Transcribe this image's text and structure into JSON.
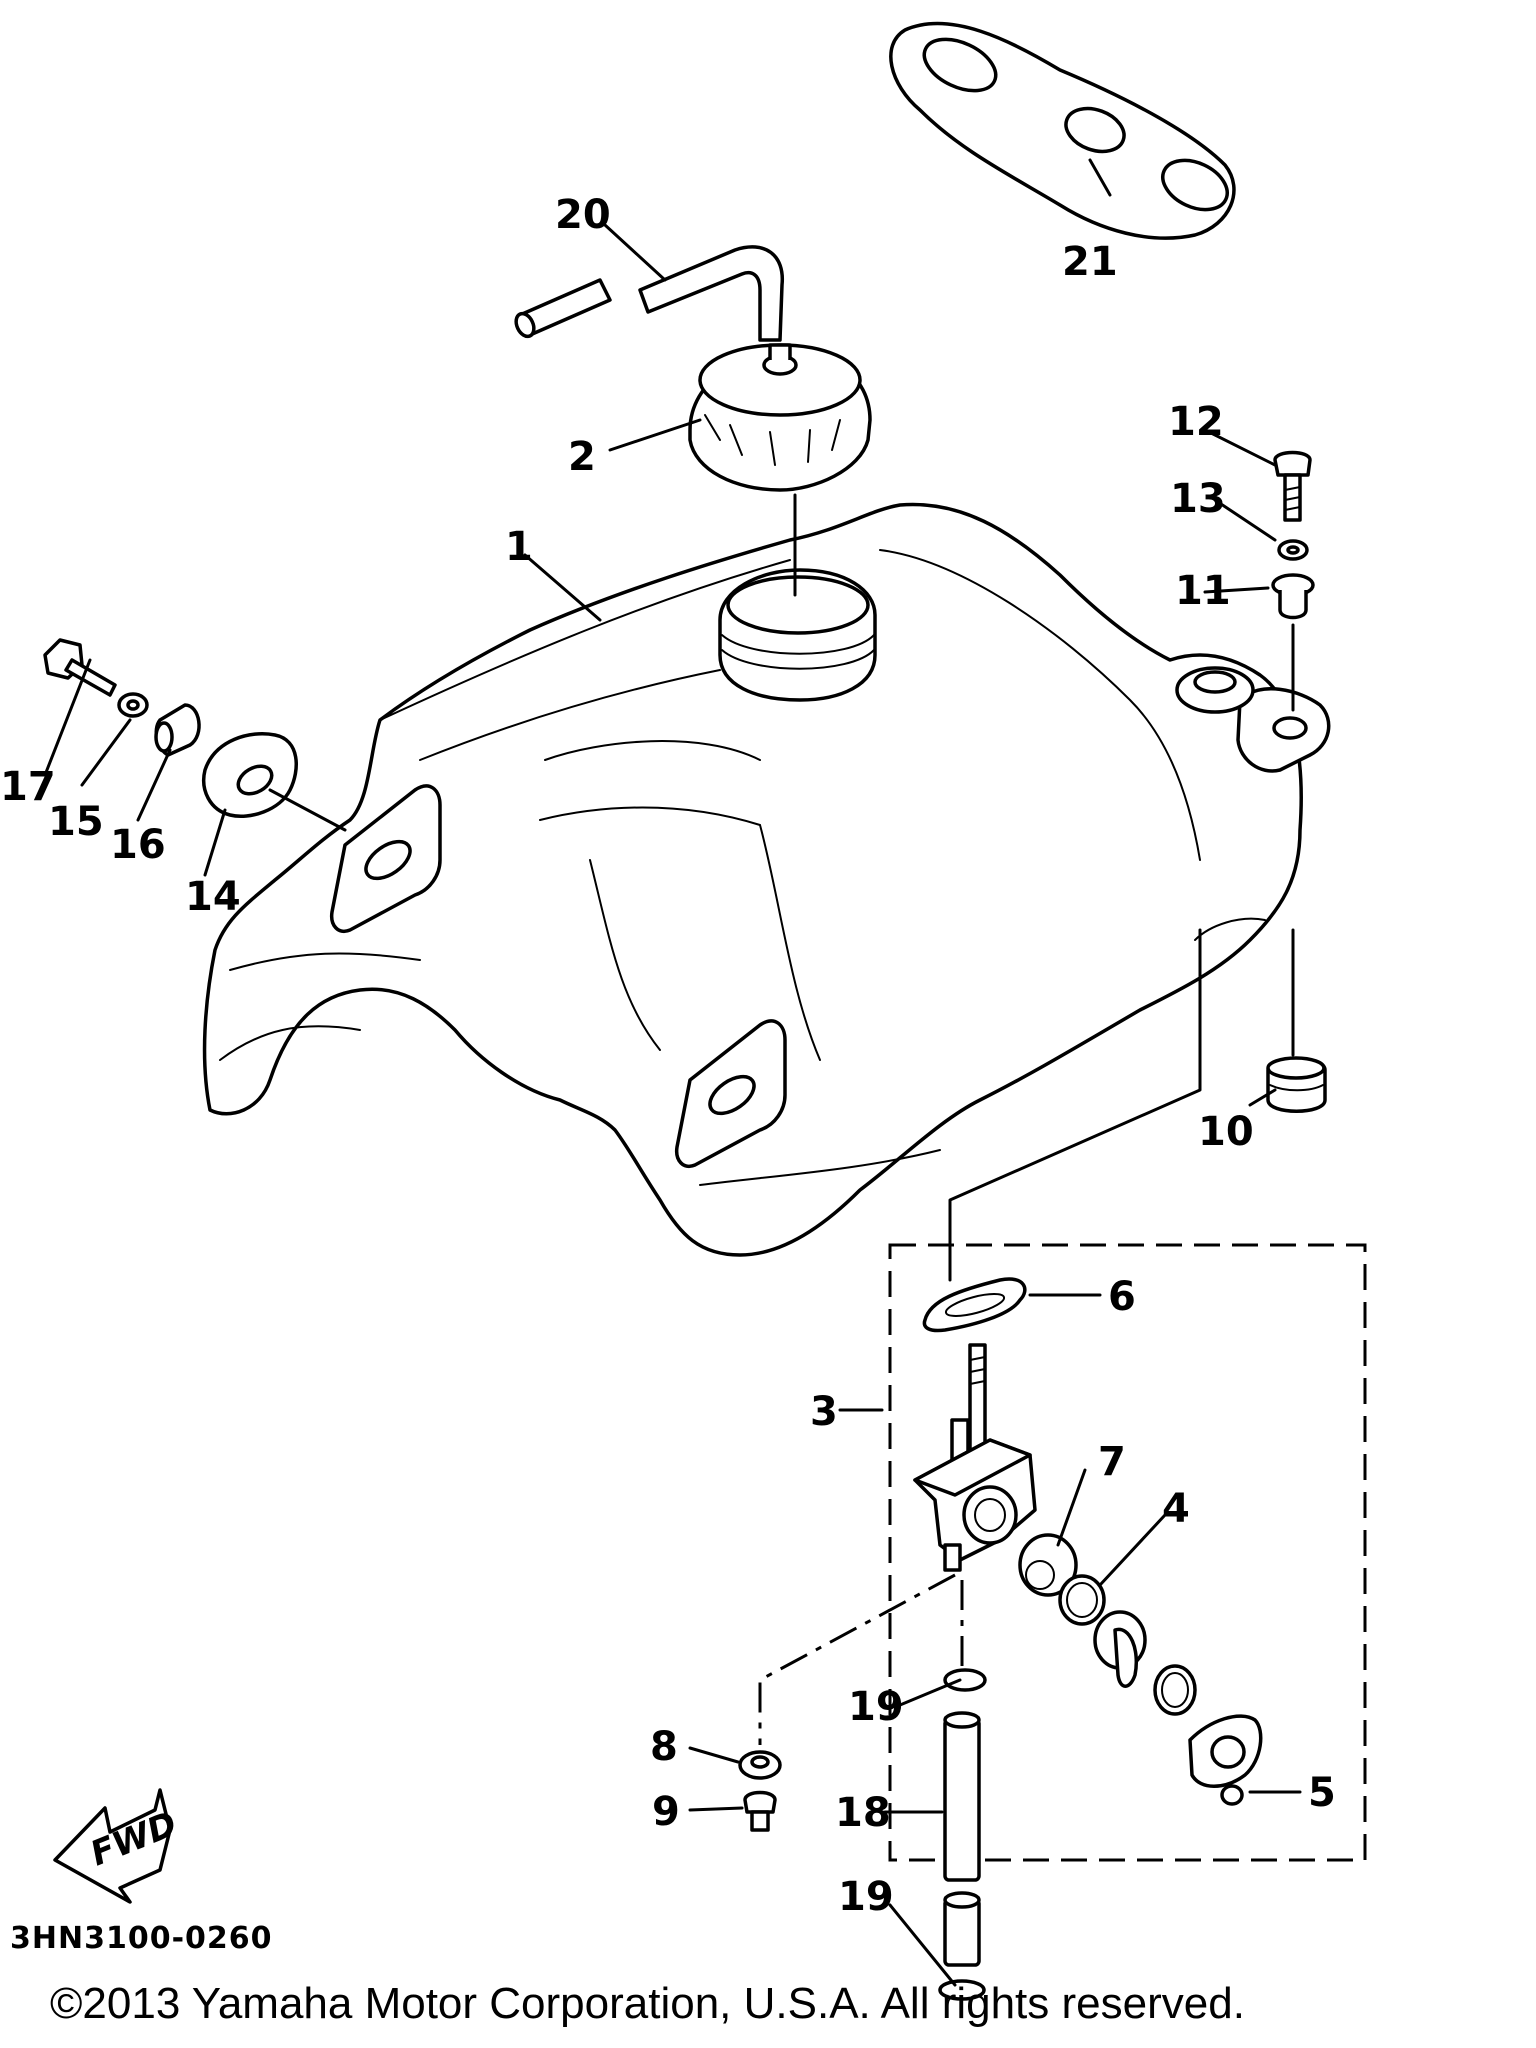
{
  "diagram": {
    "part_code": "3HN3100-0260",
    "fwd_label": "FWD",
    "copyright": "©2013 Yamaha Motor Corporation, U.S.A. All rights reserved.",
    "callouts": [
      "1",
      "2",
      "3",
      "4",
      "5",
      "6",
      "7",
      "8",
      "9",
      "10",
      "11",
      "12",
      "13",
      "14",
      "15",
      "16",
      "17",
      "18",
      "19",
      "19",
      "20",
      "21"
    ]
  }
}
